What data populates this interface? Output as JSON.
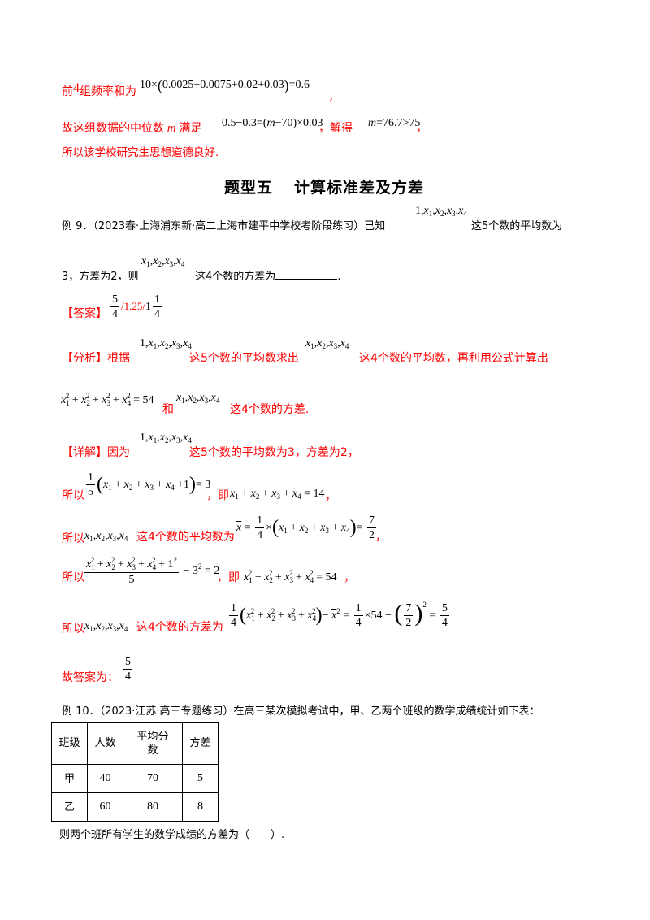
{
  "prev_solution": {
    "line1": {
      "pre": "前",
      "num": "4",
      "post": "组频率和为",
      "formula": "10×(0.0025+0.0075+0.02+0.03)=0.6",
      "end": "，"
    },
    "line2": {
      "pre": "故这组数据的中位数",
      "var": "m",
      "mid": "满足",
      "formula": "0.5−0.3=(m−70)×0.03",
      "sep": "，解得",
      "result": "m=76.7>75",
      "end": "，"
    },
    "line3": "所以该学校研究生思想道德良好."
  },
  "section_heading": {
    "part1": "题型五",
    "part2": "计算标准差及方差"
  },
  "example9": {
    "label": "例 9．",
    "source": "（2023春·上海浦东新·高二上海市建平中学校考阶段练习）已知",
    "set5": "1, x1, x2, x3, x4",
    "text1": "这5个数的平均数为",
    "text2": "3，方差为2，则",
    "set4": "x1, x2, x3, x4",
    "text3": "这4个数的方差为",
    "end": "."
  },
  "answer": {
    "tag": "【答案】",
    "value_fraction": "5/4",
    "alt": "/1.25/",
    "mixed": "1 1/4"
  },
  "analysis": {
    "tag": "【分析】",
    "t1": "根据",
    "t2": "这5个数的平均数求出",
    "t3": "这4个数的平均数，再利用公式计算出",
    "formula": "x1²+x2²+x3²+x4²=54",
    "t4": "和",
    "t5": "这4个数的方差."
  },
  "detail": {
    "tag": "【详解】",
    "l1_pre": "因为",
    "l1_post": "这5个数的平均数为3，方差为2，",
    "l2_pre": "所以",
    "l2_formula": "1/5(x1+x2+x3+x4+1)=3",
    "l2_mid": "，即",
    "l2_result": "x1+x2+x3+x4=14",
    "l2_end": "，",
    "l3_pre": "所以",
    "l3_mid": "这4个数的平均数为",
    "l3_formula": "x̄=1/4×(x1+x2+x3+x4)=7/2",
    "l3_end": "，",
    "l4_pre": "所以",
    "l4_formula": "(x1²+x2²+x3²+x4²+1²)/5−3²=2",
    "l4_mid": "，即",
    "l4_result": "x1²+x2²+x3²+x4²=54",
    "l4_end": "，",
    "l5_pre": "所以",
    "l5_mid": "这4个数的方差为",
    "l5_formula": "1/4(x1²+x2²+x3²+x4²)−x̄²=1/4×54−(7/2)²=5/4",
    "final_pre": "故答案为：",
    "final_value": "5/4"
  },
  "example10": {
    "label": "例 10．",
    "text": "（2023·江苏·高三专题练习）在高三某次模拟考试中，甲、乙两个班级的数学成绩统计如下表：",
    "table": {
      "headers": [
        "班级",
        "人数",
        "平均分数",
        "方差"
      ],
      "header_avg_line1": "平均分",
      "header_avg_line2": "数",
      "rows": [
        [
          "甲",
          "40",
          "70",
          "5"
        ],
        [
          "乙",
          "60",
          "80",
          "8"
        ]
      ]
    },
    "question": "则两个班所有学生的数学成绩的方差为（　　）."
  }
}
